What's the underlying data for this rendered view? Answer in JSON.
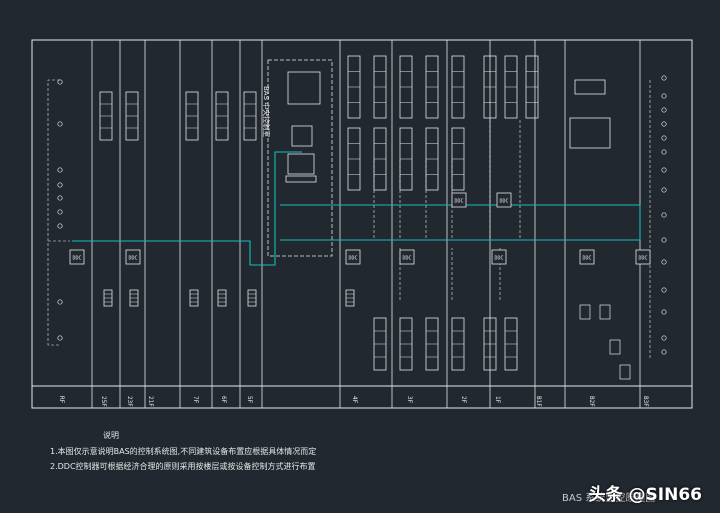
{
  "drawing": {
    "title": "BAS 系统监控原理图",
    "watermark": "头条 @SIN66",
    "bas_label": "BAS 中央控制室",
    "ddc_label": "DDC"
  },
  "notes": {
    "heading": "说明",
    "items": [
      "1.本图仅示意说明BAS的控制系统图,不同建筑设备布置应根据具体情况而定",
      "2.DDC控制器可根据经济合理的原则采用按楼层或按设备控制方式进行布置"
    ]
  },
  "floors": [
    "RF",
    "25F",
    "23F",
    "21F",
    "7F",
    "6F",
    "5F",
    "4F",
    "3F",
    "2F",
    "1F",
    "B1F",
    "B2F",
    "B3F"
  ],
  "colors": {
    "background": "#212830",
    "linework": "#e6e6e6",
    "bus": "#16bcb8"
  }
}
